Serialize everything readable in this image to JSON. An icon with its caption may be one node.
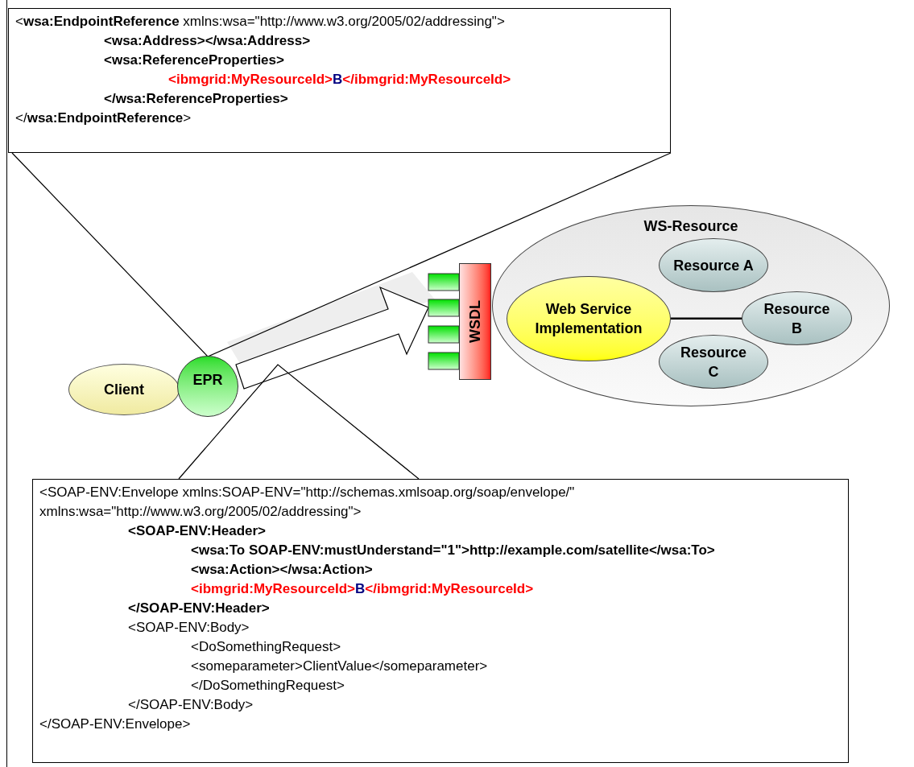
{
  "diagram": {
    "nodes": [
      {
        "text": [
          "<**wsa:EndpointReference** xmlns:wsa=\"http://www.w3.org/2005/02/addressing\">",
          "<wsa:Address></wsa:Address>",
          "<wsa:ReferenceProperties>",
          "<ibmgrid:MyResourceId>",
          "B",
          "</ibmgrid:MyResourceId>",
          "</wsa:ReferenceProperties>",
          "</**wsa:EndpointReference**>"
        ]
      },
      {
        "text": [
          "<SOAP-ENV:Envelope xmlns:SOAP-ENV=\"http://schemas.xmlsoap.org/soap/envelope/\"",
          "xmlns:wsa=\"http://www.w3.org/2005/02/addressing\">",
          "<SOAP-ENV:Header>",
          "<wsa:To SOAP-ENV:mustUnderstand=\"1\">http://example.com/satellite</wsa:To>",
          "<wsa:Action></wsa:Action>",
          "<ibmgrid:MyResourceId>",
          "B",
          "</ibmgrid:MyResourceId>",
          "</SOAP-ENV:Header>",
          "<SOAP-ENV:Body>",
          "<DoSomethingRequest>",
          "<someparameter>ClientValue</someparameter>",
          "</DoSomethingRequest>",
          "</SOAP-ENV:Body>",
          "</SOAP-ENV:Envelope>"
        ]
      },
      {
        "text": [
          "Client"
        ]
      },
      {
        "text": [
          "EPR"
        ]
      },
      {
        "text": [
          "WSDL"
        ]
      },
      {
        "text": [
          "WS-Resource"
        ]
      },
      {
        "text": [
          "Web Service Implementation"
        ],
        "in": 5
      },
      {
        "text": [
          "Resource A"
        ],
        "in": 5
      },
      {
        "text": [
          "Resource B"
        ],
        "in": 5
      },
      {
        "text": [
          "Resource C"
        ],
        "in": 5
      }
    ],
    "edges": [
      {
        "from": 3,
        "to": 4,
        "arrow": "to",
        "style": "thick"
      },
      {
        "from": 0,
        "to": 3,
        "arrow": "none"
      },
      {
        "from": 1,
        "to": null,
        "arrow": "none"
      },
      {
        "from": 6,
        "to": 8,
        "arrow": "none"
      }
    ]
  }
}
